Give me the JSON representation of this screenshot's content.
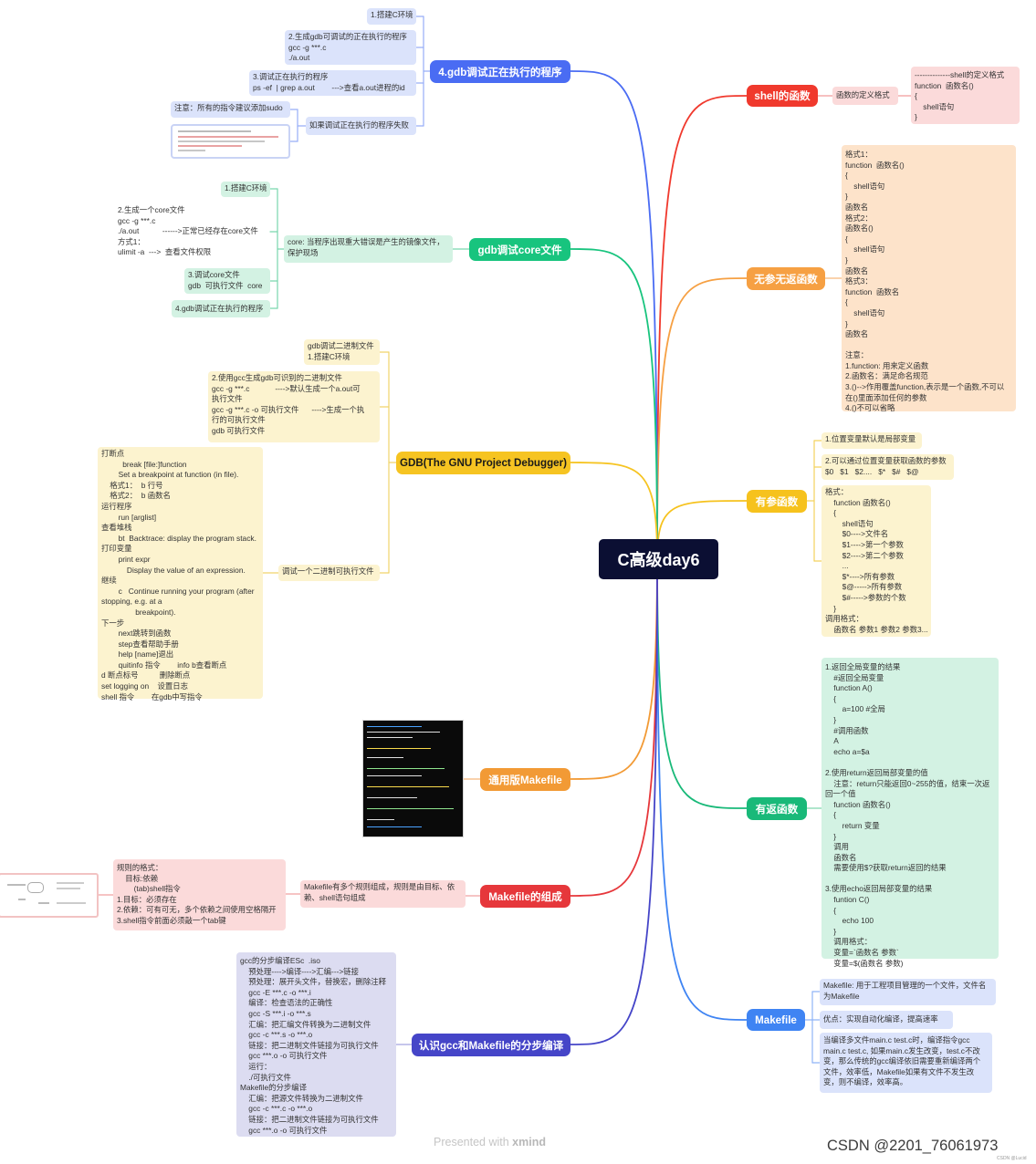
{
  "colors": {
    "shell": "#f0392d",
    "wucan": "#f6a043",
    "youcan": "#f6c21d",
    "youfan": "#19b979",
    "makefile": "#3f84f3",
    "gcc": "#4545c8",
    "zucheng": "#e6373b",
    "tongyong": "#f29a35",
    "gdb": "#f6c422",
    "core": "#18c47e",
    "running": "#4a6cf3",
    "center": "#0b0f33"
  },
  "center": {
    "label": "C高级day6"
  },
  "branches": {
    "shell_func": "shell的函数",
    "no_param": "无参无返函数",
    "with_param": "有参函数",
    "with_return": "有返函数",
    "makefile": "Makefile",
    "gcc_make": "认识gcc和Makefile的分步编译",
    "make_compose": "Makefile的组成",
    "generic_make": "通用版Makefile",
    "gdb": "GDB(The GNU Project Debugger)",
    "core": "gdb调试core文件",
    "running": "4.gdb调试正在执行的程序"
  },
  "nodes": {
    "shell_sub": "函数的定义格式",
    "shell_def": "--------------shell的定义格式\nfunction  函数名()\n{\n    shell语句\n}",
    "noparam_text": "格式1：\nfunction  函数名()\n{\n    shell语句\n}\n函数名\n格式2：\n函数名()\n{\n    shell语句\n}\n函数名\n格式3：\nfunction  函数名\n{\n    shell语句\n}\n函数名\n\n注意：\n1.function: 用来定义函数\n2.函数名：满足命名规范\n3.()-->作用覆盖function,表示是一个函数,不可以\n在()里面添加任何的参数\n4.()不可以省略",
    "param1": "1.位置变量默认是局部变量",
    "param2": "2.可以通过位置变量获取函数的参数\n$0   $1   $2....   $*   $#   $@",
    "param3": "格式：\n    function 函数名()\n    {\n        shell语句\n        $0---->文件名\n        $1---->第一个参数\n        $2---->第二个参数\n        ...\n        $*---->所有参数\n        $@----->所有参数\n        $#----->参数的个数\n    }\n调用格式：\n    函数名 参数1 参数2 参数3...",
    "return_text": "1.返回全局变量的结果\n    #返回全局变量\n    function A()\n    {\n        a=100 #全局\n    }\n    #调用函数\n    A\n    echo a=$a\n\n2.使用return返回局部变量的值\n    注意：return只能返回0~255的值，结束一次返\n回一个值\n    function 函数名()\n    {\n        return 变量\n    }\n    调用\n    函数名\n    需要使用$?获取return返回的结果\n\n3.使用echo返回局部变量的结果\n    funtion C()\n    {\n        echo 100\n    }\n    调用格式：\n    变量=`函数名 参数`\n    变量=$(函数名 参数)",
    "mk1": "Makefile: 用于工程项目管理的一个文件，文件名\n为Makefile",
    "mk2": "优点：实现自动化编译，提高速率",
    "mk3": "当编译多文件main.c test.c时，编译指令gcc\nmain.c test.c, 如果main.c发生改变，test.c不改\n变，那么传统的gcc编译依旧需要重新编译两个\n文件，效率低，Makefile如果有文件不发生改\n变，则不编译，效率高。",
    "gcc_text": "gcc的分步编译ESc  .iso\n    预处理---->编译---->汇编--->链接\n    预处理：展开头文件，替换宏，删除注释\n    gcc -E ***.c -o ***.i\n    编译：检查语法的正确性\n    gcc -S ***.i -o ***.s\n    汇编：把汇编文件转换为二进制文件\n    gcc -c ***.s -o ***.o\n    链接：把二进制文件链接为可执行文件\n    gcc ***.o -o 可执行文件\n    运行：\n    ./可执行文件\nMakefile的分步编译\n    汇编：把源文件转换为二进制文件\n    gcc -c ***.c -o ***.o\n    链接：把二进制文件链接为可执行文件\n    gcc ***.o -o 可执行文件",
    "compose_mid": "Makefile有多个规则组成，规则是由目标、依\n赖、shell语句组成",
    "compose_rule": "规则的格式：\n    目标:依赖\n        (tab)shell指令\n1.目标：必须存在\n2.依赖：可有可无，多个依赖之间使用空格隔开\n3.shell指令前面必须敲一个tab键",
    "gdb_a": "gdb调试二进制文件\n1.搭建C环境",
    "gdb_b": "2.使用gcc生成gdb可识别的二进制文件\ngcc -g ***.c            ---->默认生成一个a.out可\n执行文件\ngcc -g ***.c -o 可执行文件      ---->生成一个执\n行的可执行文件\ngdb 可执行文件",
    "gdb_c": "调试一个二进制可执行文件",
    "gdb_cmds": "打断点\n          break [file:]function\n        Set a breakpoint at function (in file).\n    格式1：  b 行号\n    格式2：  b 函数名\n运行程序\n        run [arglist]\n查看堆栈\n        bt  Backtrace: display the program stack.\n打印变量\n        print expr\n            Display the value of an expression.\n继续\n        c   Continue running your program (after\nstopping, e.g. at a\n                breakpoint).\n下一步\n        next跳转到函数\n        step查看帮助手册\n        help [name]退出\n        quitinfo 指令        info b查看断点\nd 断点标号          删除断点\nset logging on    设置日志\nshell 指令        在gdb中写指令",
    "core_mid": "core: 当程序出现重大错误是产生的镜像文件，\n保护现场",
    "core1": "1.搭建C环境",
    "core2": "2.生成一个core文件\ngcc -g ***.c\n./a.out           ------>正常已经存在core文件\n方式1：\nulimit -a  --->  查看文件权限",
    "core3": "3.调试core文件\ngdb  可执行文件  core",
    "core4": "4.gdb调试正在执行的程序",
    "run1": "1.搭建C环境",
    "run2": "2.生成gdb可调试的正在执行的程序\ngcc -g ***.c\n./a.out",
    "run3": "3.调试正在执行的程序\nps -ef  | grep a.out        --->查看a.out进程的id",
    "run_fail": "如果调试正在执行的程序失败",
    "run_note": "注意：所有的指令建议添加sudo"
  },
  "footer": {
    "presented": "Presented with",
    "brand": "xmind"
  },
  "watermark": "CSDN @2201_76061973",
  "tiny": "CSDN @Lucid"
}
